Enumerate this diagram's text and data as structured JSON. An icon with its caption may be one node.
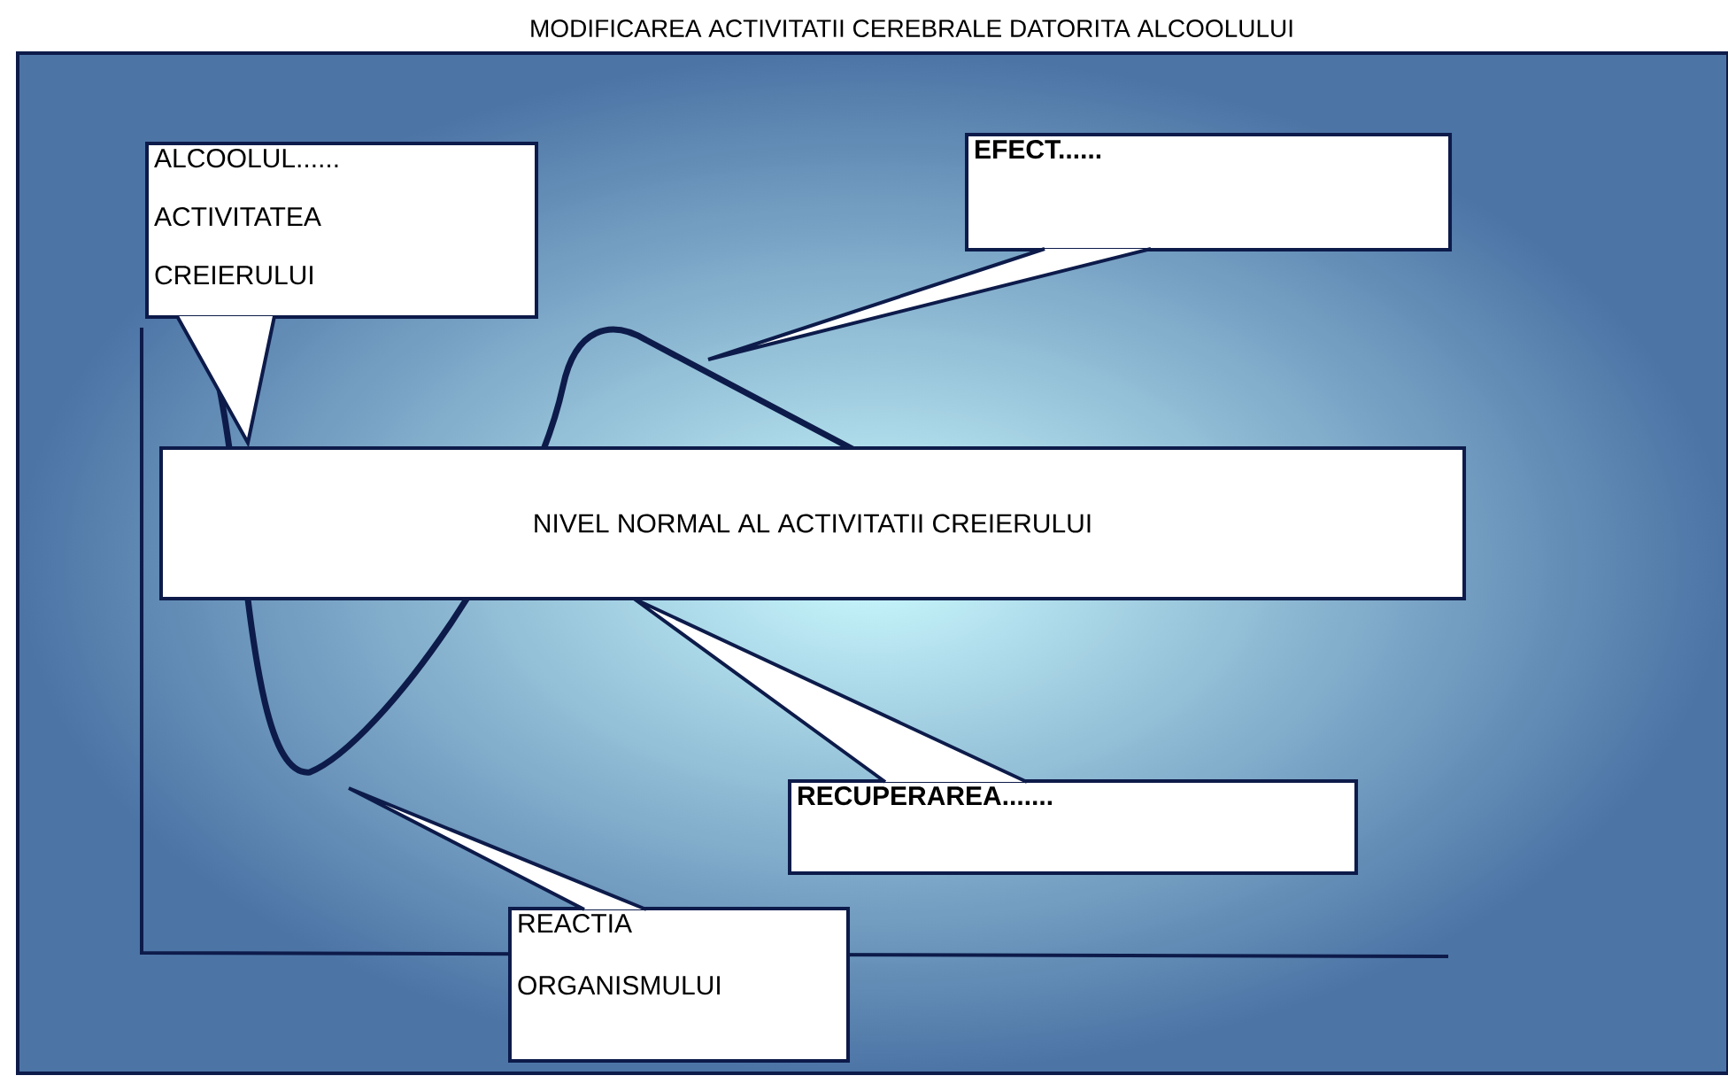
{
  "diagram": {
    "title": "MODIFICAREA  ACTIVITATII  CEREBRALE  DATORITA  ALCOOLULUI",
    "nodes": [
      {
        "text": [
          "ALCOOLUL...... ACTIVITATEA CREIERULUI"
        ]
      },
      {
        "text": [
          "EFECT......"
        ]
      },
      {
        "text": [
          "NIVEL NORMAL AL ACTIVITATII CREIERULUI"
        ]
      },
      {
        "text": [
          "RECUPERAREA......."
        ]
      },
      {
        "text": [
          "REACTIA ORGANISMULUI"
        ]
      }
    ]
  }
}
